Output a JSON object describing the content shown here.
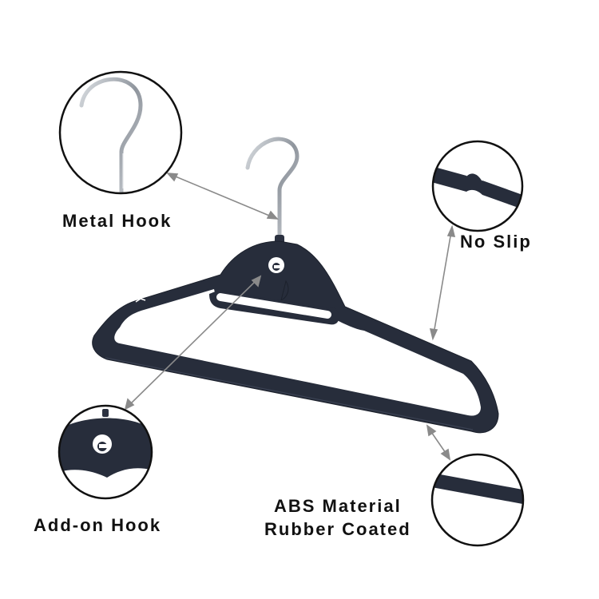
{
  "product": {
    "colors": {
      "hanger": "#272d3b",
      "hanger_edge": "#3a4152",
      "hook_metal": "#9aa0a8",
      "hook_highlight": "#e4e7ea",
      "pointer": "#8a8a8a",
      "circle_border": "#111111",
      "label_text": "#111111"
    }
  },
  "callouts": {
    "metal_hook": {
      "label": "Metal Hook"
    },
    "no_slip": {
      "label": "No Slip"
    },
    "add_on_hook": {
      "label": "Add-on Hook"
    },
    "material": {
      "line1": "ABS Material",
      "line2": "Rubber Coated"
    }
  }
}
